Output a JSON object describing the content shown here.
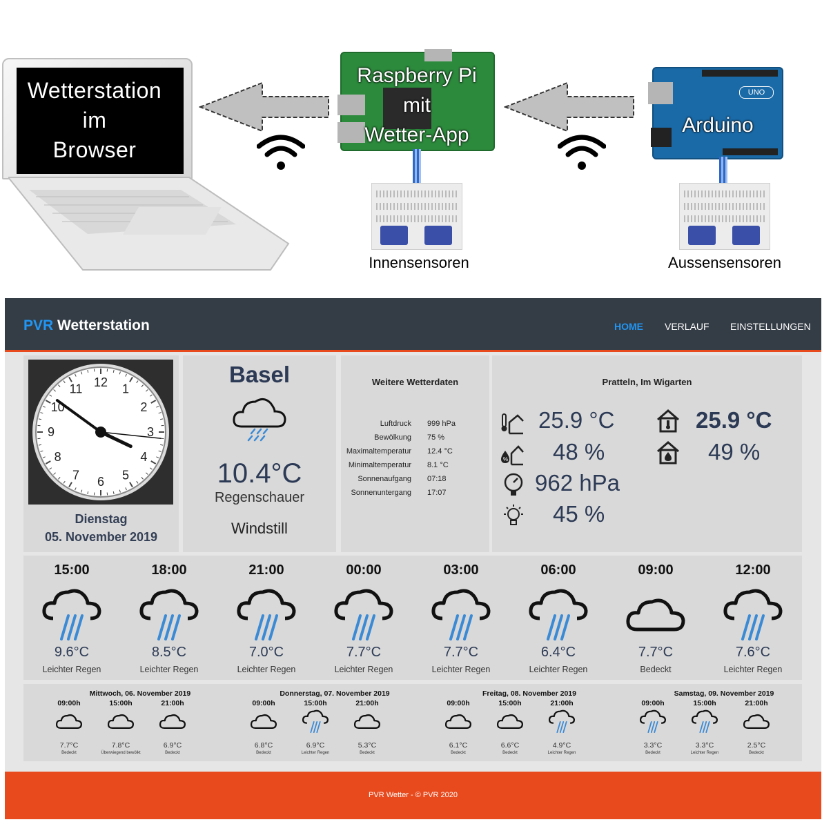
{
  "diagram": {
    "laptop_label": [
      "Wetterstation",
      "im",
      "Browser"
    ],
    "rpi_label": [
      "Raspberry Pi",
      "mit",
      "Wetter-App"
    ],
    "arduino_label": "Arduino",
    "inner_sensors_label": "Innensensoren",
    "outer_sensors_label": "Aussensensoren",
    "arduino_logo_text": "UNO",
    "icons": [
      "laptop-icon",
      "wifi-icon",
      "arrow-left-icon",
      "raspberry-pi-icon",
      "arduino-icon",
      "breadboard-icon"
    ]
  },
  "nav": {
    "brand_accent": "PVR",
    "brand_rest": " Wetterstation",
    "links": [
      "HOME",
      "VERLAUF",
      "EINSTELLUNGEN"
    ],
    "active": "HOME"
  },
  "colors": {
    "accent": "#2196f3",
    "navbar": "#343c45",
    "footer": "#e84a1d",
    "text_dark": "#2c3a55"
  },
  "clock": {
    "numbers": [
      "12",
      "1",
      "2",
      "3",
      "4",
      "5",
      "6",
      "7",
      "8",
      "9",
      "10",
      "11"
    ],
    "time": {
      "hour": 3,
      "minute": 51,
      "second": 16
    },
    "day": "Dienstag",
    "date": "05. November 2019"
  },
  "current": {
    "city": "Basel",
    "temp": "10.4°C",
    "condition": "Regenschauer",
    "wind": "Windstill",
    "icon": "cloud-rain-icon"
  },
  "details": {
    "title": "Weitere Wetterdaten",
    "rows": [
      {
        "key": "Luftdruck",
        "value": "999 hPa"
      },
      {
        "key": "Bewölkung",
        "value": "75 %"
      },
      {
        "key": "Maximaltemperatur",
        "value": "12.4 °C"
      },
      {
        "key": "Minimaltemperatur",
        "value": "8.1 °C"
      },
      {
        "key": "Sonnenaufgang",
        "value": "07:18"
      },
      {
        "key": "Sonnenuntergang",
        "value": "17:07"
      }
    ]
  },
  "station": {
    "title": "Pratteln, Im Wigarten",
    "outdoor_temp": "25.9 °C",
    "outdoor_hum": "48 %",
    "pressure": "962 hPa",
    "light": "45 %",
    "indoor_temp": "25.9 °C",
    "indoor_hum": "49 %",
    "icons": [
      "outdoor-temperature-icon",
      "outdoor-humidity-icon",
      "pressure-gauge-icon",
      "light-bulb-icon",
      "indoor-temperature-icon",
      "indoor-humidity-icon"
    ]
  },
  "hourly": [
    {
      "time": "15:00",
      "temp": "9.6°C",
      "cond": "Leichter Regen",
      "icon": "rain"
    },
    {
      "time": "18:00",
      "temp": "8.5°C",
      "cond": "Leichter Regen",
      "icon": "rain"
    },
    {
      "time": "21:00",
      "temp": "7.0°C",
      "cond": "Leichter Regen",
      "icon": "rain"
    },
    {
      "time": "00:00",
      "temp": "7.7°C",
      "cond": "Leichter Regen",
      "icon": "rain"
    },
    {
      "time": "03:00",
      "temp": "7.7°C",
      "cond": "Leichter Regen",
      "icon": "rain"
    },
    {
      "time": "06:00",
      "temp": "6.4°C",
      "cond": "Leichter Regen",
      "icon": "rain"
    },
    {
      "time": "09:00",
      "temp": "7.7°C",
      "cond": "Bedeckt",
      "icon": "cloud"
    },
    {
      "time": "12:00",
      "temp": "7.6°C",
      "cond": "Leichter Regen",
      "icon": "rain"
    }
  ],
  "daily": [
    {
      "title": "Mittwoch, 06. November 2019",
      "slots": [
        {
          "time": "09:00h",
          "temp": "7.7°C",
          "cond": "Bedeckt",
          "icon": "cloud"
        },
        {
          "time": "15:00h",
          "temp": "7.8°C",
          "cond": "Überwiegend bewölkt",
          "icon": "cloud"
        },
        {
          "time": "21:00h",
          "temp": "6.9°C",
          "cond": "Bedeckt",
          "icon": "cloud"
        }
      ]
    },
    {
      "title": "Donnerstag, 07. November 2019",
      "slots": [
        {
          "time": "09:00h",
          "temp": "6.8°C",
          "cond": "Bedeckt",
          "icon": "cloud"
        },
        {
          "time": "15:00h",
          "temp": "6.9°C",
          "cond": "Leichter Regen",
          "icon": "rain"
        },
        {
          "time": "21:00h",
          "temp": "5.3°C",
          "cond": "Bedeckt",
          "icon": "cloud"
        }
      ]
    },
    {
      "title": "Freitag, 08. November 2019",
      "slots": [
        {
          "time": "09:00h",
          "temp": "6.1°C",
          "cond": "Bedeckt",
          "icon": "cloud"
        },
        {
          "time": "15:00h",
          "temp": "6.6°C",
          "cond": "Bedeckt",
          "icon": "cloud"
        },
        {
          "time": "21:00h",
          "temp": "4.9°C",
          "cond": "Leichter Regen",
          "icon": "rain"
        }
      ]
    },
    {
      "title": "Samstag, 09. November 2019",
      "slots": [
        {
          "time": "09:00h",
          "temp": "3.3°C",
          "cond": "Bedeckt",
          "icon": "rain"
        },
        {
          "time": "15:00h",
          "temp": "3.3°C",
          "cond": "Leichter Regen",
          "icon": "rain"
        },
        {
          "time": "21:00h",
          "temp": "2.5°C",
          "cond": "Bedeckt",
          "icon": "cloud"
        }
      ]
    }
  ],
  "footer": {
    "text": "PVR Wetter - © PVR 2020"
  }
}
